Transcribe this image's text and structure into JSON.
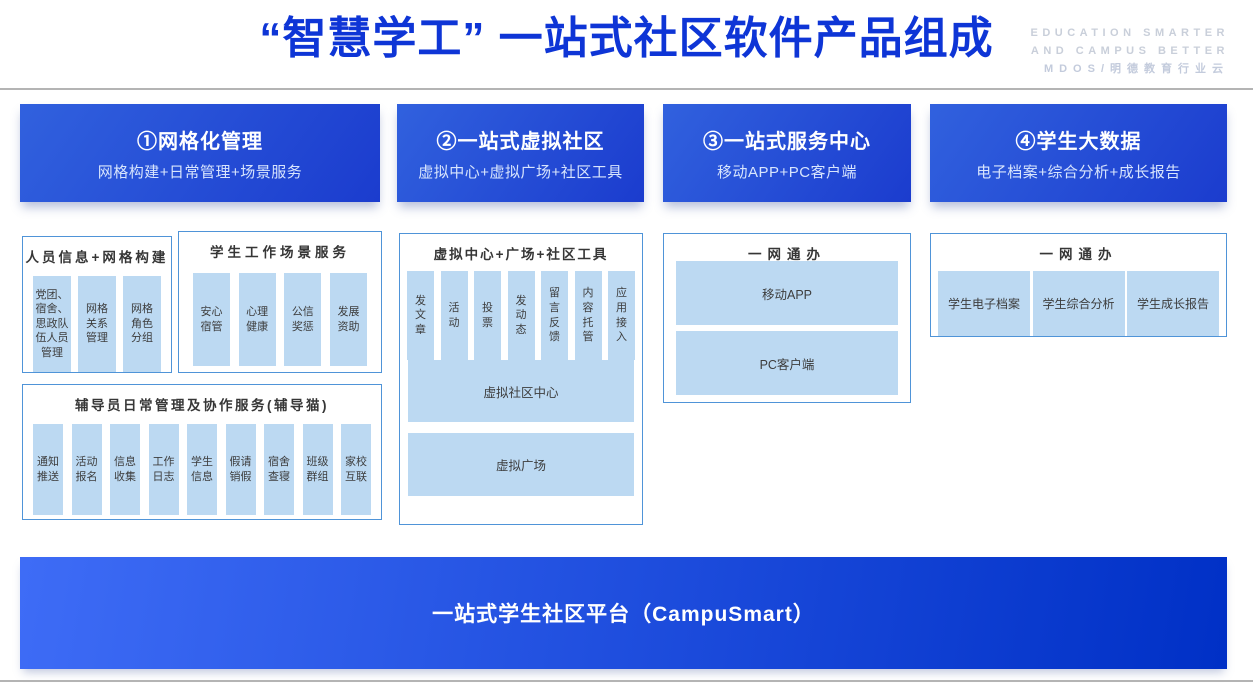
{
  "header": {
    "title": "“智慧学工” 一站式社区软件产品组成",
    "tagline_line1": "EDUCATION SMARTER",
    "tagline_line2": "AND CAMPUS BETTER",
    "tagline_line3": "MDOS/明德教育行业云"
  },
  "pillars": [
    {
      "title": "①网格化管理",
      "subtitle": "网格构建+日常管理+场景服务"
    },
    {
      "title": "②一站式虚拟社区",
      "subtitle": "虚拟中心+虚拟广场+社区工具"
    },
    {
      "title": "③一站式服务中心",
      "subtitle": "移动APP+PC客户端"
    },
    {
      "title": "④学生大数据",
      "subtitle": "电子档案+综合分析+成长报告"
    }
  ],
  "sections": {
    "personnel": {
      "title": "人员信息+网格构建",
      "items": [
        "党团、\n宿舍、\n思政队\n伍人员\n管理",
        "网格\n关系\n管理",
        "网格\n角色\n分组"
      ]
    },
    "scene": {
      "title": "学生工作场景服务",
      "items": [
        "安心\n宿管",
        "心理\n健康",
        "公信\n奖惩",
        "发展\n资助"
      ]
    },
    "counselor": {
      "title": "辅导员日常管理及协作服务(辅导猫)",
      "items": [
        "通知\n推送",
        "活动\n报名",
        "信息\n收集",
        "工作\n日志",
        "学生\n信息",
        "假请\n销假",
        "宿舍\n查寝",
        "班级\n群组",
        "家校\n互联"
      ]
    },
    "virtual": {
      "title": "虚拟中心+广场+社区工具",
      "tools": [
        "发\n文\n章",
        "活\n动",
        "投\n票",
        "发\n动\n态",
        "留\n言\n反\n馈",
        "内\n容\n托\n管",
        "应\n用\n接\n入"
      ],
      "bars": [
        "虚拟社区中心",
        "虚拟广场"
      ]
    },
    "service": {
      "title": "一网通办",
      "items": [
        "移动APP",
        "PC客户端"
      ]
    },
    "bigdata": {
      "title": "一网通办",
      "items": [
        "学生电子档案",
        "学生综合分析",
        "学生成长报告"
      ]
    }
  },
  "platform": {
    "label": "一站式学生社区平台（CampuSmart）"
  },
  "colors": {
    "title_blue": "#0e35d6",
    "pillar_gradient_start": "#3161de",
    "pillar_gradient_end": "#1b3cce",
    "item_fill": "#bcd9f2",
    "outline_border": "#4f94d8",
    "platform_gradient_start": "#3e6cf6",
    "platform_gradient_end": "#0030c6",
    "divider_gray": "#b4b4b4",
    "tagline_gray": "#c9cfda"
  }
}
